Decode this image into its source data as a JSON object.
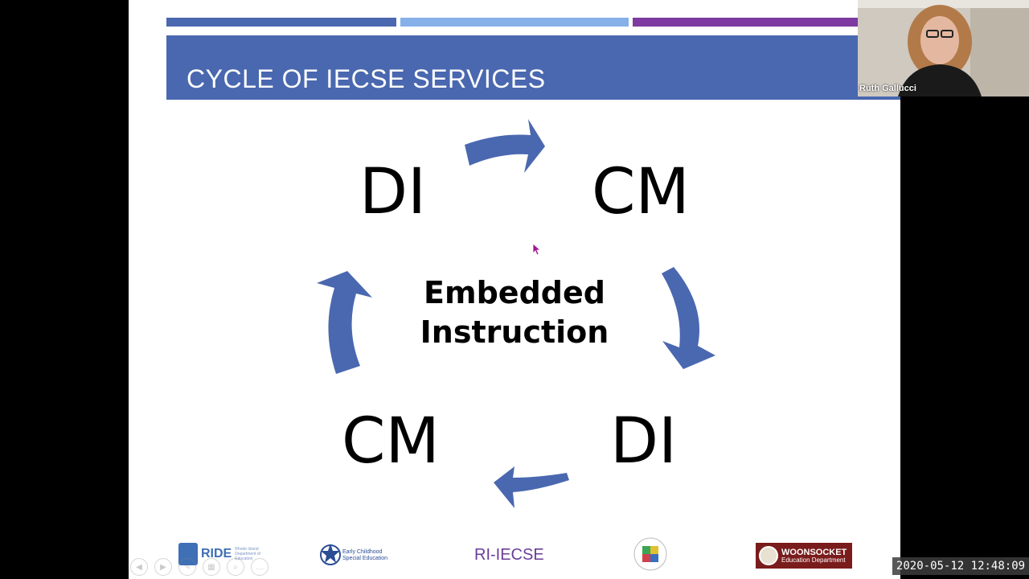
{
  "slide": {
    "title": "CYCLE OF IECSE SERVICES",
    "accent_colors": [
      "#4a68b0",
      "#86b0e8",
      "#7d3aa0"
    ],
    "cycle": {
      "center_line1": "Embedded",
      "center_line2": "Instruction",
      "nodes": [
        "DI",
        "CM",
        "DI",
        "CM"
      ],
      "arrow_color": "#4a68b0"
    },
    "logos": {
      "ride": "RIDE",
      "ride_sub": "Rhode Island Department of Education",
      "ecse_line1": "Early Childhood",
      "ecse_line2": "Special Education",
      "riiecse": "RI-IECSE",
      "woonsocket_title": "WOONSOCKET",
      "woonsocket_sub": "Education Department"
    }
  },
  "webcam": {
    "participant_name": "Ruth Gallucci"
  },
  "recording": {
    "timestamp": "2020-05-12 12:48:09"
  },
  "icons": {
    "cursor": "mouse-pointer-icon",
    "nav": [
      "prev-slide-icon",
      "next-slide-icon",
      "pen-icon",
      "slides-icon",
      "zoom-icon",
      "more-icon"
    ]
  }
}
